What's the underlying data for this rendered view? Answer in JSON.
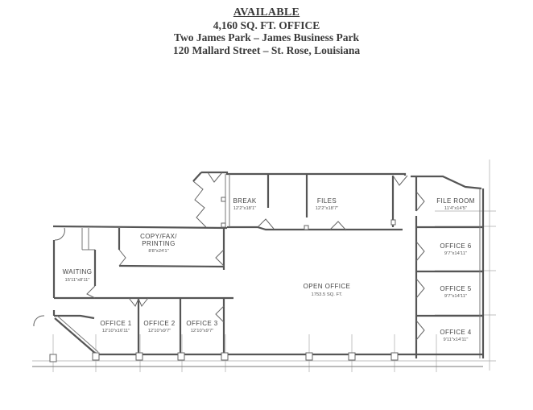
{
  "header": {
    "title": "AVAILABLE",
    "line1": "4,160 SQ. FT. OFFICE",
    "line2": "Two James Park – James Business Park",
    "line3": "120 Mallard Street – St. Rose, Louisiana"
  },
  "rooms": {
    "break": {
      "label": "BREAK",
      "dim": "12'2\"x18'1\""
    },
    "files": {
      "label": "FILES",
      "dim": "12'2\"x18'7\""
    },
    "file_room": {
      "label": "FILE ROOM",
      "dim": "11'4\"x14'5\""
    },
    "copy": {
      "label1": "COPY/FAX/",
      "label2": "PRINTING",
      "dim": "8'8\"x24'1\""
    },
    "waiting": {
      "label": "WAITING",
      "dim": "15'11\"x8'11\""
    },
    "open_office": {
      "label": "OPEN OFFICE",
      "dim": "1753.5 SQ. FT."
    },
    "office6": {
      "label": "OFFICE 6",
      "dim": "9'7\"x14'11\""
    },
    "office5": {
      "label": "OFFICE 5",
      "dim": "9'7\"x14'11\""
    },
    "office4": {
      "label": "OFFICE 4",
      "dim": "9'11\"x14'11\""
    },
    "office1": {
      "label": "OFFICE 1",
      "dim": "12'10\"x16'11\""
    },
    "office2": {
      "label": "OFFICE 2",
      "dim": "12'10\"x9'7\""
    },
    "office3": {
      "label": "OFFICE 3",
      "dim": "12'10\"x9'7\""
    }
  }
}
